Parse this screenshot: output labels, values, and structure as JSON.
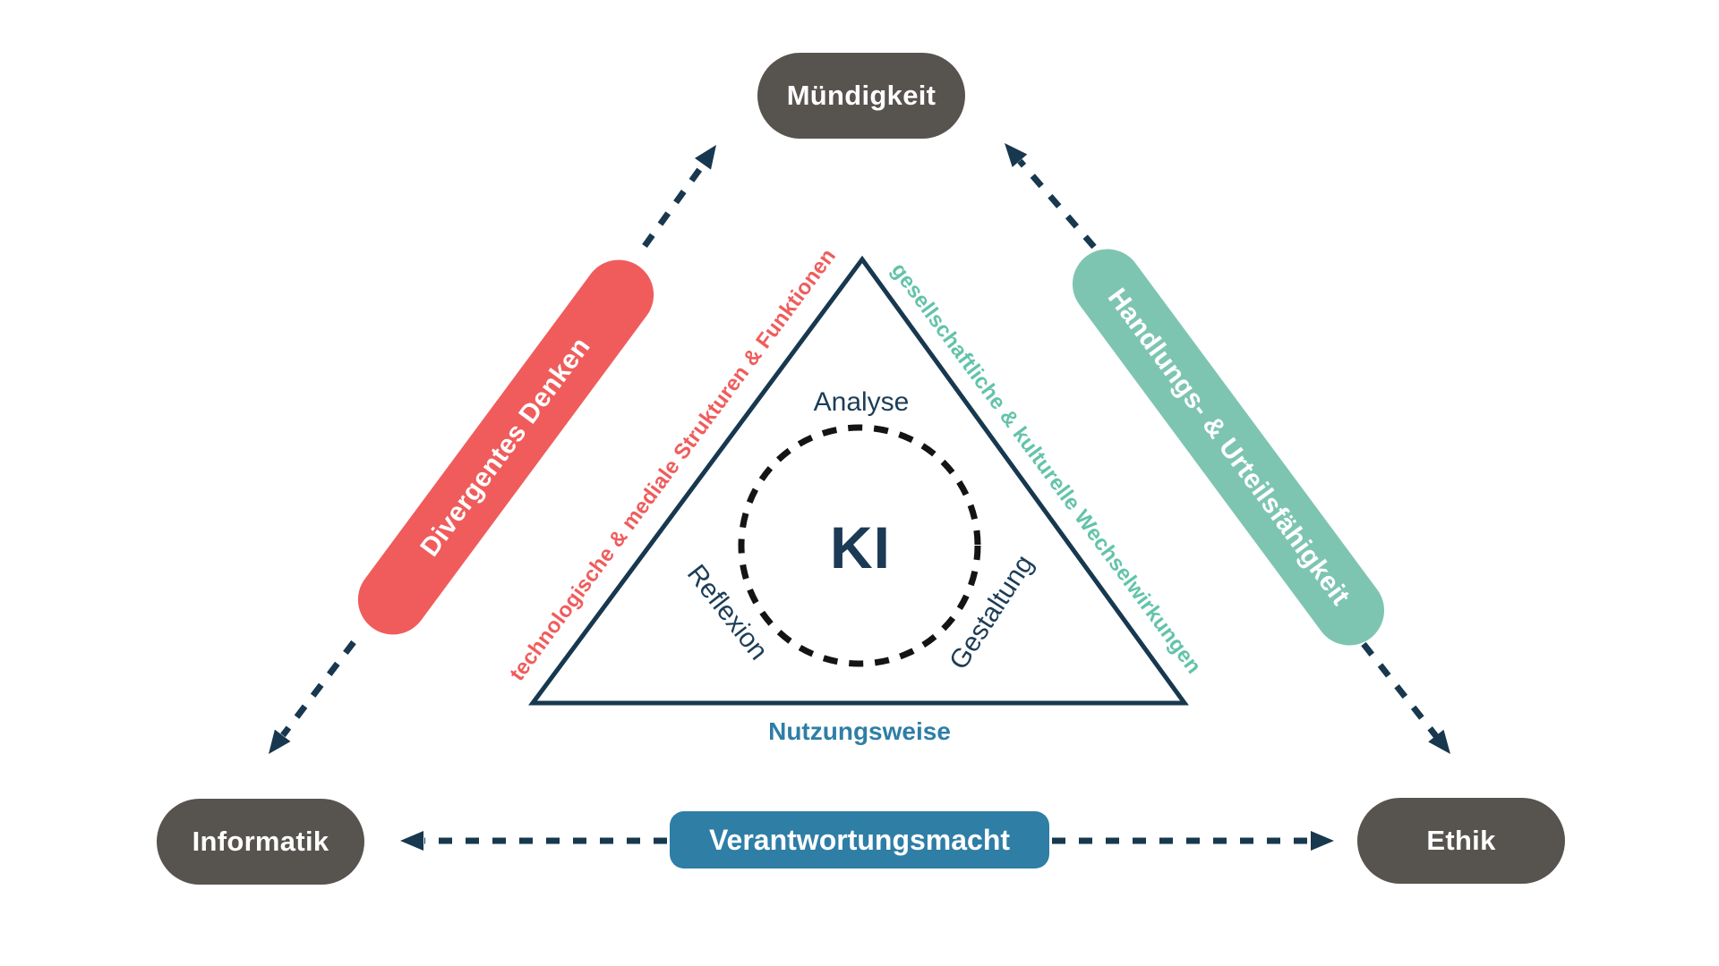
{
  "palette": {
    "node_gray": "#57534E",
    "coral": "#F05C5C",
    "teal_pill": "#7EC5B1",
    "teal_text": "#63C3A9",
    "blue": "#2E7EA6",
    "navy": "#17384F",
    "circle_black": "#141414",
    "text_white": "#FFFFFF"
  },
  "corners": {
    "top": {
      "label": "Mündigkeit"
    },
    "bottom_left": {
      "label": "Informatik"
    },
    "bottom_right": {
      "label": "Ethik"
    }
  },
  "ribbons": {
    "left": {
      "label": "Divergentes Denken"
    },
    "right": {
      "label": "Handlungs- & Urteilsfähigkeit"
    },
    "bottom": {
      "label": "Verantwortungsmacht"
    }
  },
  "triangle": {
    "left_side": {
      "label": "technologische & mediale Strukturen & Funktionen"
    },
    "right_side": {
      "label": "gesellschaftliche & kulturelle Wechselwirkungen"
    },
    "bottom_side": {
      "label": "Nutzungsweise"
    },
    "center": {
      "label": "KI"
    },
    "inner": {
      "top": {
        "label": "Analyse"
      },
      "left": {
        "label": "Reflexion"
      },
      "right": {
        "label": "Gestaltung"
      }
    }
  }
}
